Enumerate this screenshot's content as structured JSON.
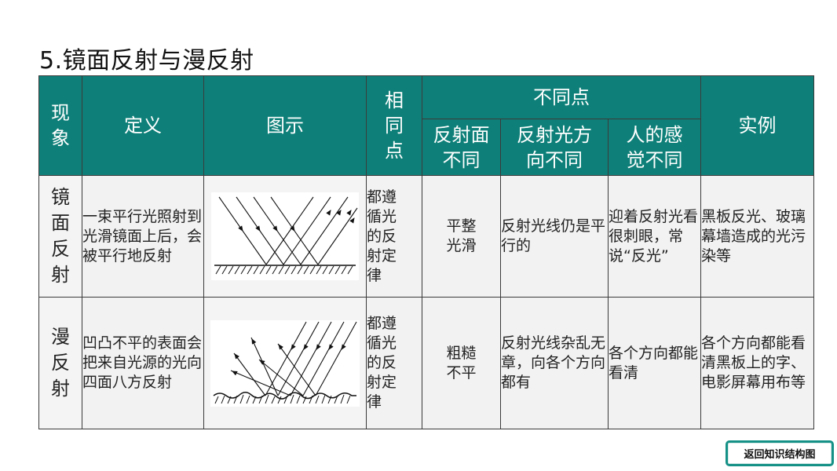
{
  "title": "5.镜面反射与漫反射",
  "headers": {
    "phenomenon": [
      "现",
      "象"
    ],
    "definition": "定义",
    "diagram": "图示",
    "similarity": [
      "相",
      "同",
      "点"
    ],
    "differences": "不同点",
    "sub": {
      "surface": [
        "反射面",
        "不同"
      ],
      "direction": [
        "反射光方",
        "向不同"
      ],
      "perception": [
        "人的感",
        "觉不同"
      ]
    },
    "examples": "实例"
  },
  "rows": [
    {
      "name": [
        "镜",
        "面",
        "反",
        "射"
      ],
      "definition": "一束平行光照射到光滑镜面上后，会被平行地反射",
      "similarity": [
        "都遵",
        "循光",
        "的反",
        "射定",
        "律"
      ],
      "surface": [
        "平整",
        "光滑"
      ],
      "direction": "反射光线仍是平行的",
      "perception": "迎着反射光看很刺眼，常说“反光”",
      "examples": "黑板反光、玻璃幕墙造成的光污染等"
    },
    {
      "name": [
        "漫",
        "反",
        "射"
      ],
      "definition": "凹凸不平的表面会把来自光源的光向四面八方反射",
      "similarity": [
        "都遵",
        "循光",
        "的反",
        "射定",
        "律"
      ],
      "surface": [
        "粗糙",
        "不平"
      ],
      "direction": "反射光线杂乱无章，向各个方向都有",
      "perception": "各个方向都能看清",
      "examples": "各个方向都能看清黑板上的字、电影屏幕用布等"
    }
  ],
  "nav_button": "返回知识结构图"
}
